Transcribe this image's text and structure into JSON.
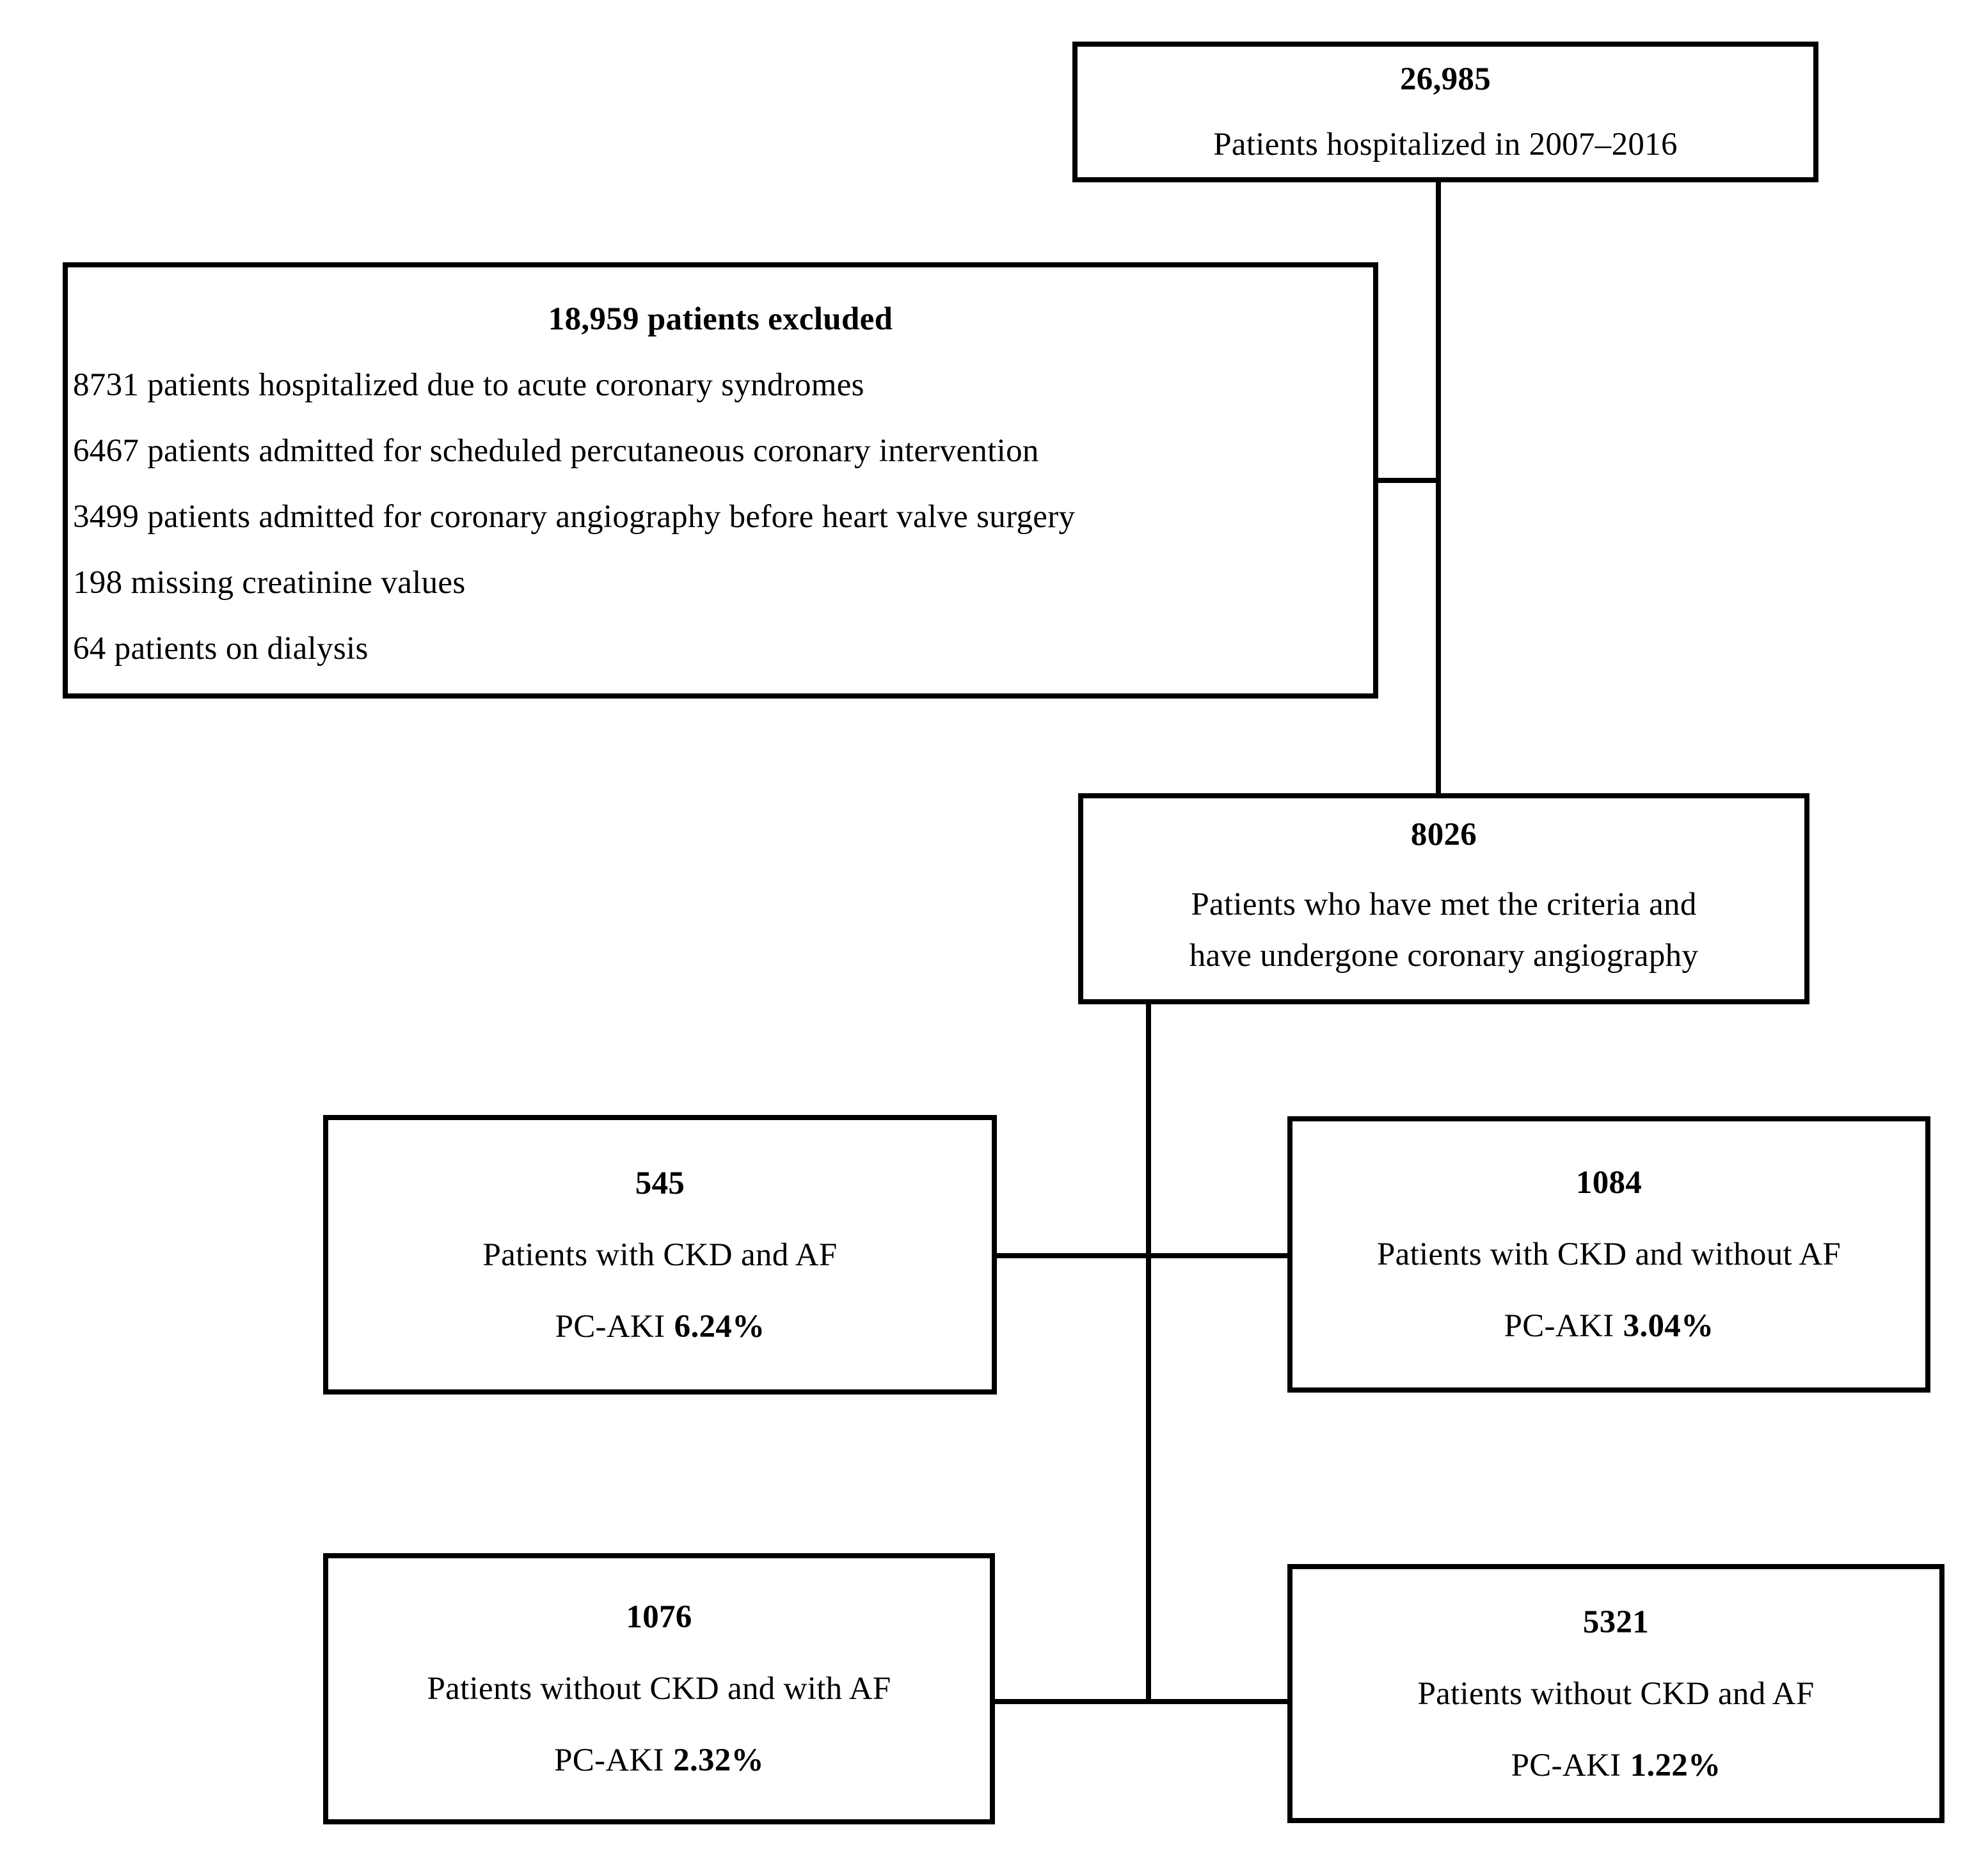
{
  "diagram": {
    "type": "patient-flowchart",
    "colors": {
      "line": "#000000",
      "background": "#ffffff",
      "text": "#000000"
    },
    "boxes": {
      "hospitalized": {
        "count": "26,985",
        "label": "Patients hospitalized in 2007–2016"
      },
      "excluded": {
        "title": "18,959 patients excluded",
        "items": [
          "8731 patients hospitalized due to acute coronary syndromes",
          "6467 patients admitted for scheduled percutaneous coronary intervention",
          "3499 patients admitted for coronary angiography before heart valve surgery",
          "198 missing creatinine values",
          "64 patients on dialysis"
        ]
      },
      "criteria": {
        "count": "8026",
        "label_line1": "Patients who have met the criteria and",
        "label_line2": "have undergone coronary angiography"
      },
      "ckd_af": {
        "count": "545",
        "label": "Patients with CKD and AF",
        "pcaki_prefix": "PC-AKI",
        "pcaki_value": "6.24%"
      },
      "ckd_no_af": {
        "count": "1084",
        "label": "Patients with CKD and without AF",
        "pcaki_prefix": "PC-AKI",
        "pcaki_value": "3.04%"
      },
      "no_ckd_af": {
        "count": "1076",
        "label": "Patients without CKD and with AF",
        "pcaki_prefix": "PC-AKI",
        "pcaki_value": "2.32%"
      },
      "no_ckd_no_af": {
        "count": "5321",
        "label": "Patients without CKD and AF",
        "pcaki_prefix": "PC-AKI",
        "pcaki_value": "1.22%"
      }
    }
  }
}
